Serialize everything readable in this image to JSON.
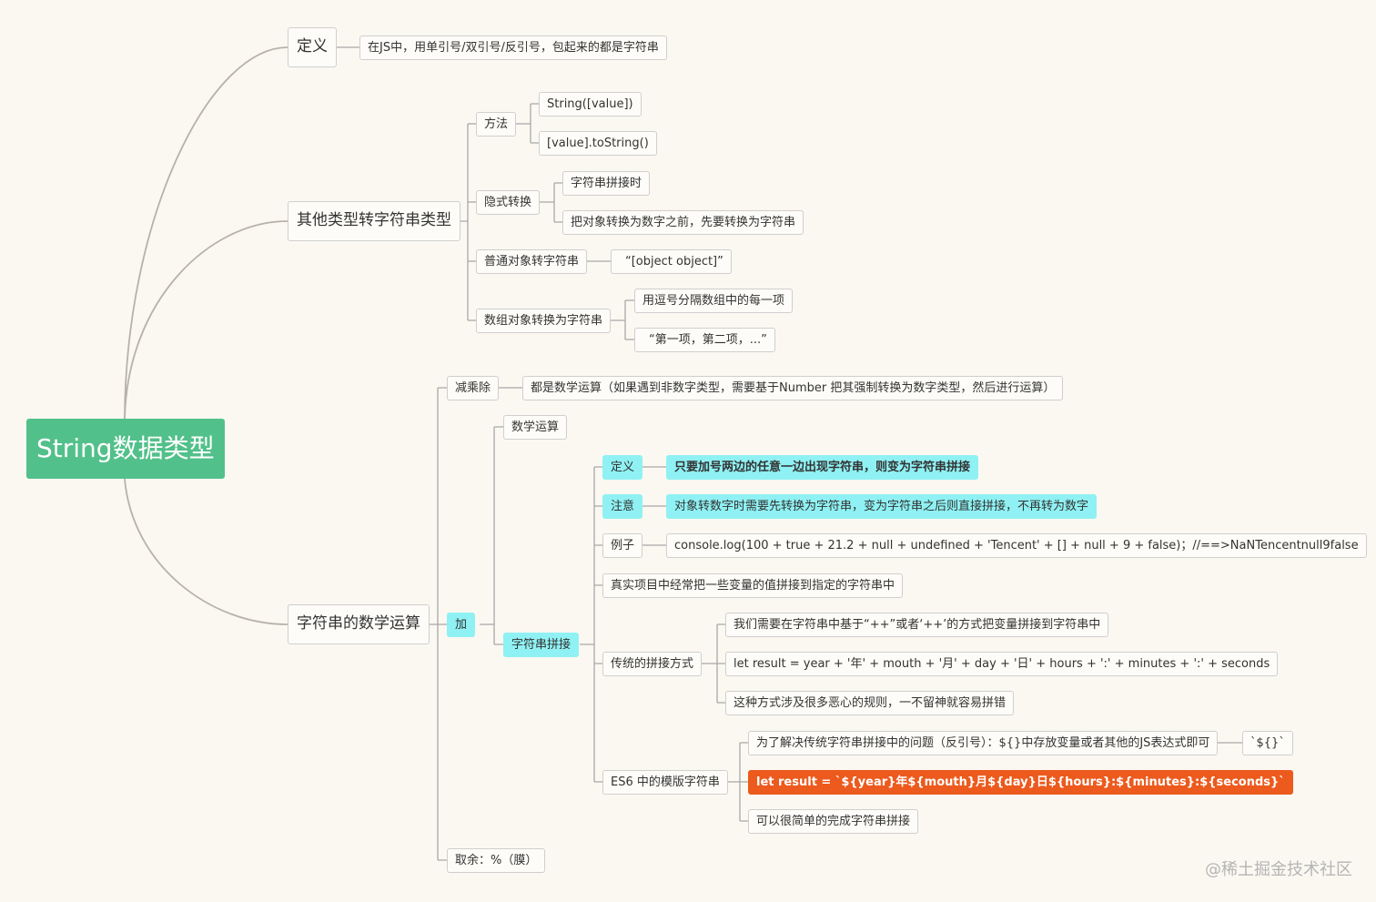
{
  "root": "String数据类型",
  "definition": {
    "label": "定义",
    "text": "在JS中，用单引号/双引号/反引号，包起来的都是字符串"
  },
  "conversion": {
    "label": "其他类型转字符串类型",
    "method": {
      "label": "方法",
      "items": [
        "String([value])",
        "[value].toString()"
      ]
    },
    "implicit": {
      "label": "隐式转换",
      "items": [
        "字符串拼接时",
        "把对象转换为数字之前，先要转换为字符串"
      ]
    },
    "plain_object": {
      "label": "普通对象转字符串",
      "result": "“[object object]”"
    },
    "array_object": {
      "label": "数组对象转换为字符串",
      "items": [
        "用逗号分隔数组中的每一项",
        "“第一项，第二项，...”"
      ]
    }
  },
  "math": {
    "label": "字符串的数学运算",
    "minus": {
      "label": "减乘除",
      "text": "都是数学运算（如果遇到非数字类型，需要基于Number 把其强制转换为数字类型，然后进行运算）"
    },
    "plus": {
      "label": "加",
      "arith": "数学运算",
      "concat": {
        "label": "字符串拼接",
        "def_label": "定义",
        "def_text": "只要加号两边的任意一边出现字符串，则变为字符串拼接",
        "note_label": "注意",
        "note_text": "对象转数字时需要先转换为字符串，变为字符串之后则直接拼接，不再转为数字",
        "example_label": "例子",
        "example_text": "console.log(100 + true + 21.2 + null + undefined + 'Tencent' + [] + null + 9 + false)；//==>NaNTencentnull9false",
        "real": "真实项目中经常把一些变量的值拼接到指定的字符串中",
        "traditional": {
          "label": "传统的拼接方式",
          "items": [
            "我们需要在字符串中基于“++”或者‘++’的方式把变量拼接到字符串中",
            "let result = year + '年' + mouth + '月' + day + '日' + hours + ':' + minutes + ':' + seconds",
            "这种方式涉及很多恶心的规则，一不留神就容易拼错"
          ]
        },
        "es6": {
          "label": "ES6 中的模版字符串",
          "purpose": "为了解决传统字符串拼接中的问题（反引号）：${}中存放变量或者其他的JS表达式即可",
          "purpose_tag": "`${}`",
          "code": "let result = `${year}年${mouth}月${day}日${hours}:${minutes}:${seconds}`",
          "easy": "可以很简单的完成字符串拼接"
        }
      }
    },
    "mod": {
      "label": "取余：%（膜）"
    }
  },
  "watermark": "@稀土掘金技术社区",
  "colors": {
    "background": "#fbf8f1",
    "root": "#52c08a",
    "highlight": "#8ff1f3",
    "code_highlight": "#ec5a1d",
    "connector": "#a9a9a9"
  }
}
